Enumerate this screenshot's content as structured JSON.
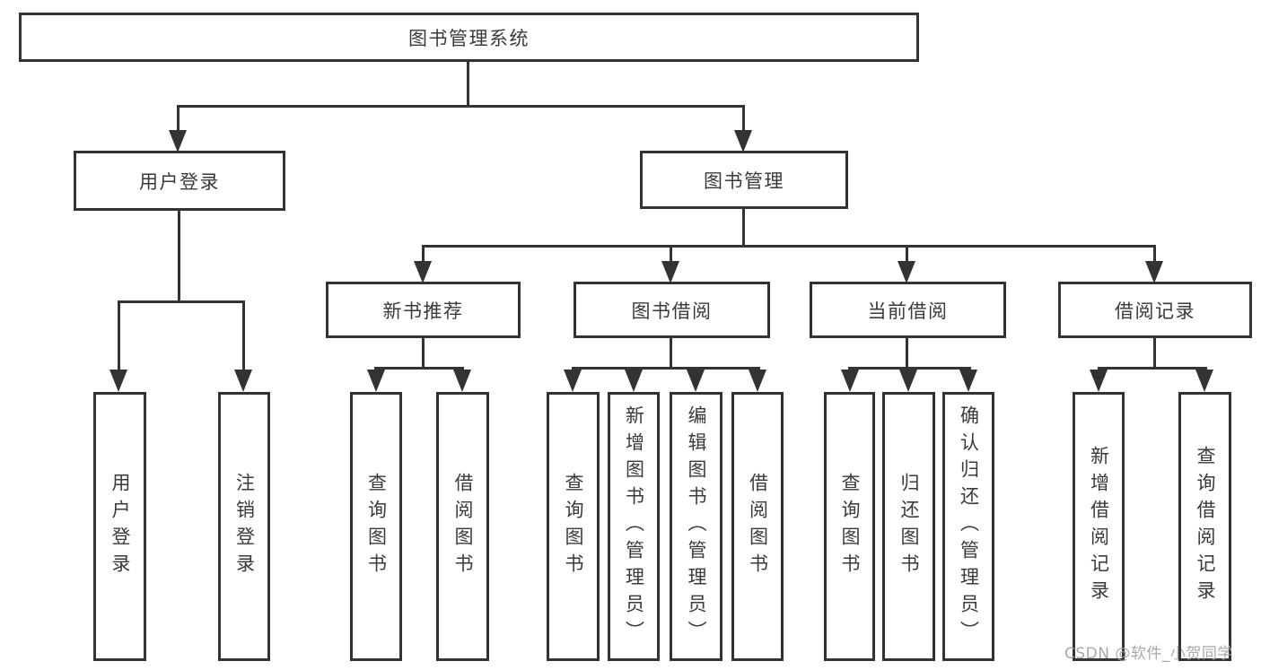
{
  "diagram": {
    "title": "图书管理系统",
    "children": [
      {
        "label": "用户登录",
        "children": [
          "用户登录",
          "注销登录"
        ]
      },
      {
        "label": "图书管理",
        "children": [
          {
            "label": "新书推荐",
            "children": [
              "查询图书",
              "借阅图书"
            ]
          },
          {
            "label": "图书借阅",
            "children": [
              "查询图书",
              "新增图书（管理员）",
              "编辑图书（管理员）",
              "借阅图书"
            ]
          },
          {
            "label": "当前借阅",
            "children": [
              "查询图书",
              "归还图书",
              "确认归还（管理员）"
            ]
          },
          {
            "label": "借阅记录",
            "children": [
              "新增借阅记录",
              "查询借阅记录"
            ]
          }
        ]
      }
    ]
  },
  "watermark": {
    "text": "CSDN @软件_小贺同学"
  },
  "colors": {
    "line": "#333333",
    "text": "#3a3a3a",
    "watermark": "#9da1a8",
    "background": "#ffffff"
  }
}
